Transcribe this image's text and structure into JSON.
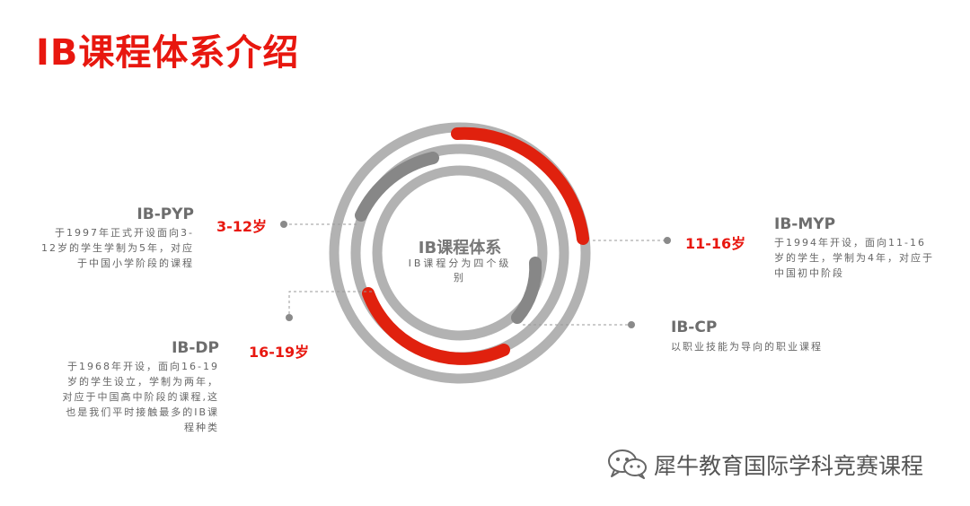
{
  "page": {
    "title": "IB课程体系介绍"
  },
  "center": {
    "title": "IB课程体系",
    "desc": "IB课程分为四个级别"
  },
  "programmes": [
    {
      "name": "IB-PYP",
      "age": "3-12岁",
      "desc": "于1997年正式开设面向3-12岁的学生学制为5年，对应于中国小学阶段的课程"
    },
    {
      "name": "IB-MYP",
      "age": "11-16岁",
      "desc": "于1994年开设，面向11-16岁的学生，学制为4年，对应于中国初中阶段"
    },
    {
      "name": "IB-CP",
      "age": "",
      "desc": "以职业技能为导向的职业课程"
    },
    {
      "name": "IB-DP",
      "age": "16-19岁",
      "desc": "于1968年开设，面向16-19岁的学生设立，学制为两年，对应于中国高中阶段的课程,这也是我们平时接触最多的IB课程种类"
    }
  ],
  "brand": {
    "name": "犀牛教育国际学科竞赛课程",
    "icon": "wechat-icon"
  },
  "colors": {
    "accent_red": "#e0210e",
    "ring_gray": "#b2b2b2",
    "arc_dark_gray": "#878787",
    "text_gray": "#6d6d6d"
  }
}
